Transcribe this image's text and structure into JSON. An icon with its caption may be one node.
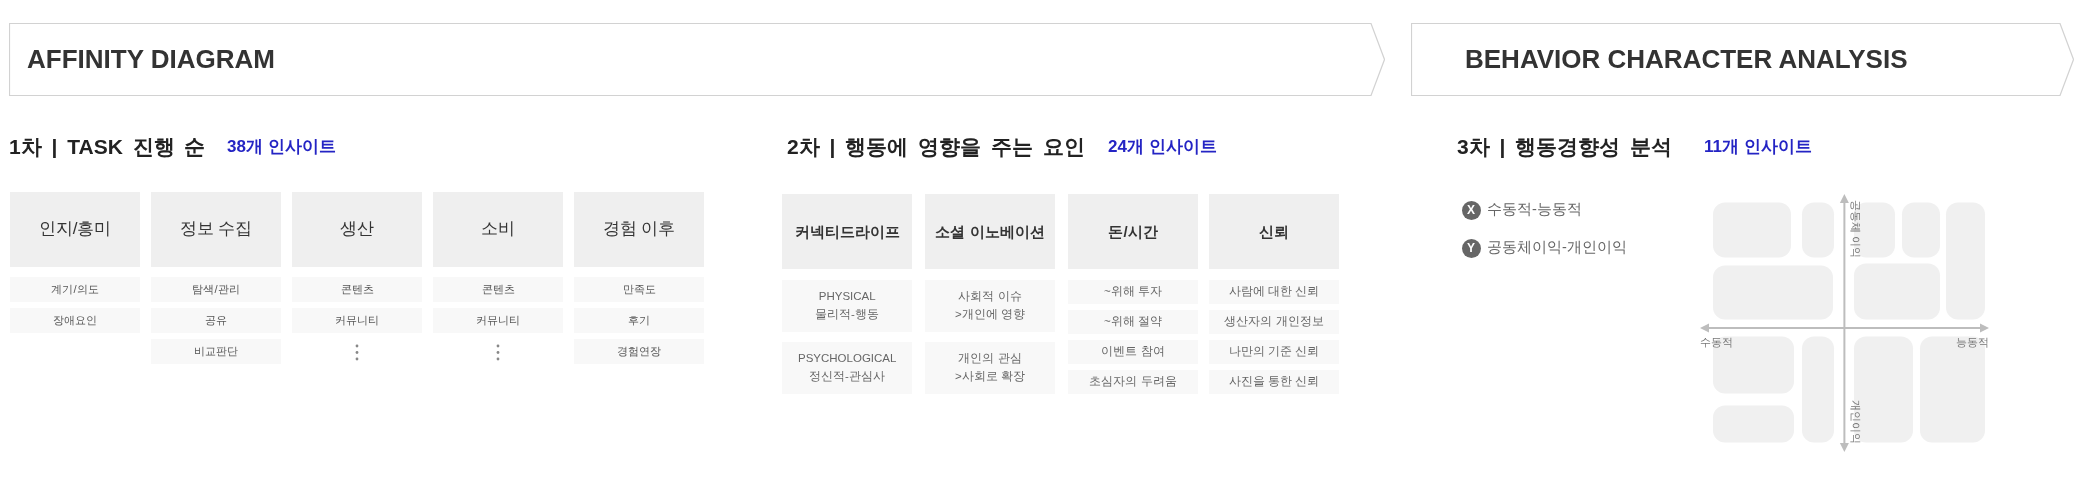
{
  "diagram": {
    "nodes": [
      {
        "text": [
          "AFFINITY DIAGRAM"
        ]
      },
      {
        "text": [
          "BEHAVIOR CHARACTER ANALYSIS"
        ]
      },
      {
        "text": [
          "인지/흥미"
        ]
      },
      {
        "text": [
          "계기/의도"
        ]
      },
      {
        "text": [
          "장애요인"
        ]
      },
      {
        "text": [
          "정보 수집"
        ]
      },
      {
        "text": [
          "탐색/관리"
        ]
      },
      {
        "text": [
          "공유"
        ]
      },
      {
        "text": [
          "비교판단"
        ]
      },
      {
        "text": [
          "생산"
        ]
      },
      {
        "text": [
          "콘텐츠"
        ]
      },
      {
        "text": [
          "커뮤니티"
        ]
      },
      {
        "text": [
          "소비"
        ]
      },
      {
        "text": [
          "콘텐츠"
        ]
      },
      {
        "text": [
          "커뮤니티"
        ]
      },
      {
        "text": [
          "경험 이후"
        ]
      },
      {
        "text": [
          "만족도"
        ]
      },
      {
        "text": [
          "후기"
        ]
      },
      {
        "text": [
          "경험연장"
        ]
      },
      {
        "text": [
          "커넥티드라이프"
        ]
      },
      {
        "text": [
          "PHYSICAL 물리적-행동"
        ]
      },
      {
        "text": [
          "PSYCHOLOGICAL 정신적-관심사"
        ]
      },
      {
        "text": [
          "소셜 이노베이션"
        ]
      },
      {
        "text": [
          "사회적 이슈 >개인에 영향"
        ]
      },
      {
        "text": [
          "개인의 관심 >사회로 확장"
        ]
      },
      {
        "text": [
          "돈/시간"
        ]
      },
      {
        "text": [
          "~위해 투자"
        ]
      },
      {
        "text": [
          "~위해 절약"
        ]
      },
      {
        "text": [
          "이벤트 참여"
        ]
      },
      {
        "text": [
          "초심자의 두려움"
        ]
      },
      {
        "text": [
          "신뢰"
        ]
      },
      {
        "text": [
          "사람에 대한 신뢰"
        ]
      },
      {
        "text": [
          "생산자의 개인정보"
        ]
      },
      {
        "text": [
          "나만의 기준 신뢰"
        ]
      },
      {
        "text": [
          "사진을 통한 신뢰"
        ]
      },
      {
        "text": [
          "X"
        ],
        "beside": [
          "수동적-능동적"
        ]
      },
      {
        "text": [
          "Y"
        ],
        "beside": [
          "공동체이익-개인이익"
        ]
      }
    ],
    "labels": [
      "1차 | TASK 진행 순",
      "38개 인사이트",
      "2차 | 행동에 영향을 주는 요인",
      "24개 인사이트",
      "3차 | 행동경향성 분석",
      "11개 인사이트",
      "공동체 이익",
      "수동적",
      "능동적",
      "개인이익"
    ]
  }
}
